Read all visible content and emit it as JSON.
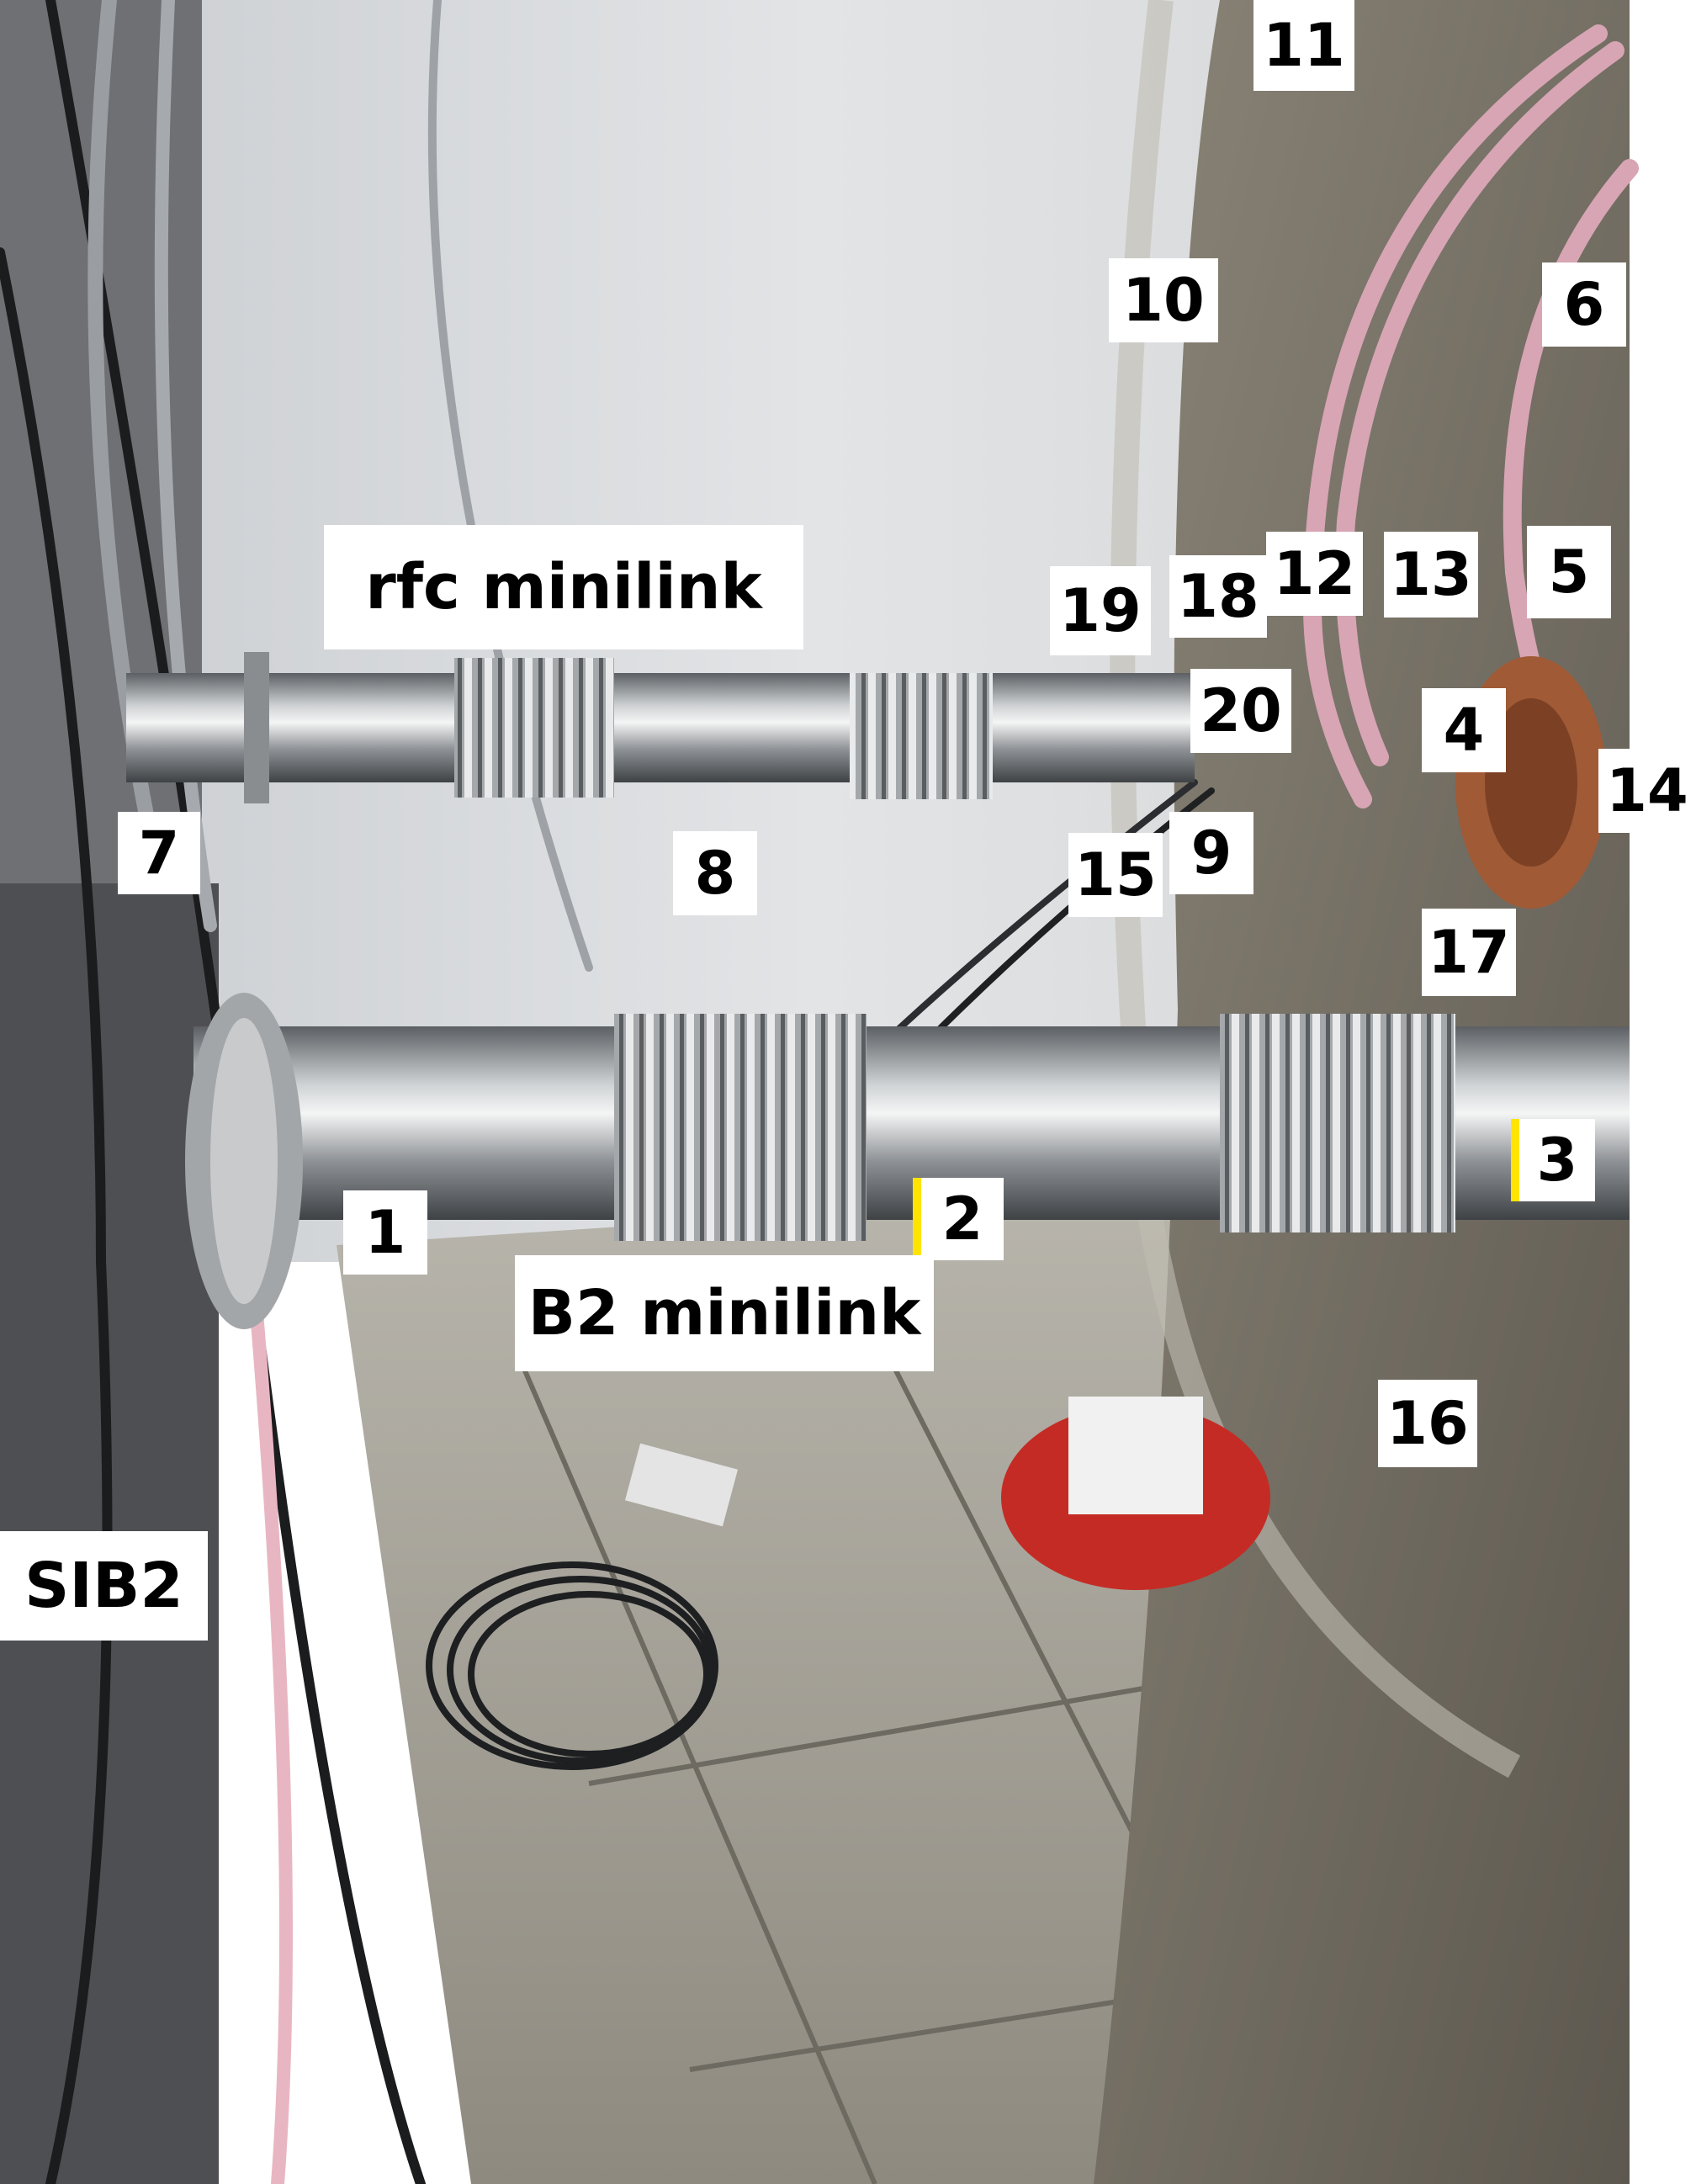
{
  "colors": {
    "label_bg": "#ffffff",
    "label_text": "#000000",
    "highlight": "#ffe400"
  },
  "labels": {
    "rfc_minilink": "rfc minilink",
    "b2_minilink": "B2 minilink",
    "sib2": "SIB2",
    "n1": "1",
    "n2": "2",
    "n3": "3",
    "n4": "4",
    "n5": "5",
    "n6": "6",
    "n7": "7",
    "n8": "8",
    "n9": "9",
    "n10": "10",
    "n11": "11",
    "n12": "12",
    "n13": "13",
    "n14": "14",
    "n15": "15",
    "n16": "16",
    "n17": "17",
    "n18": "18",
    "n19": "19",
    "n20": "20"
  }
}
